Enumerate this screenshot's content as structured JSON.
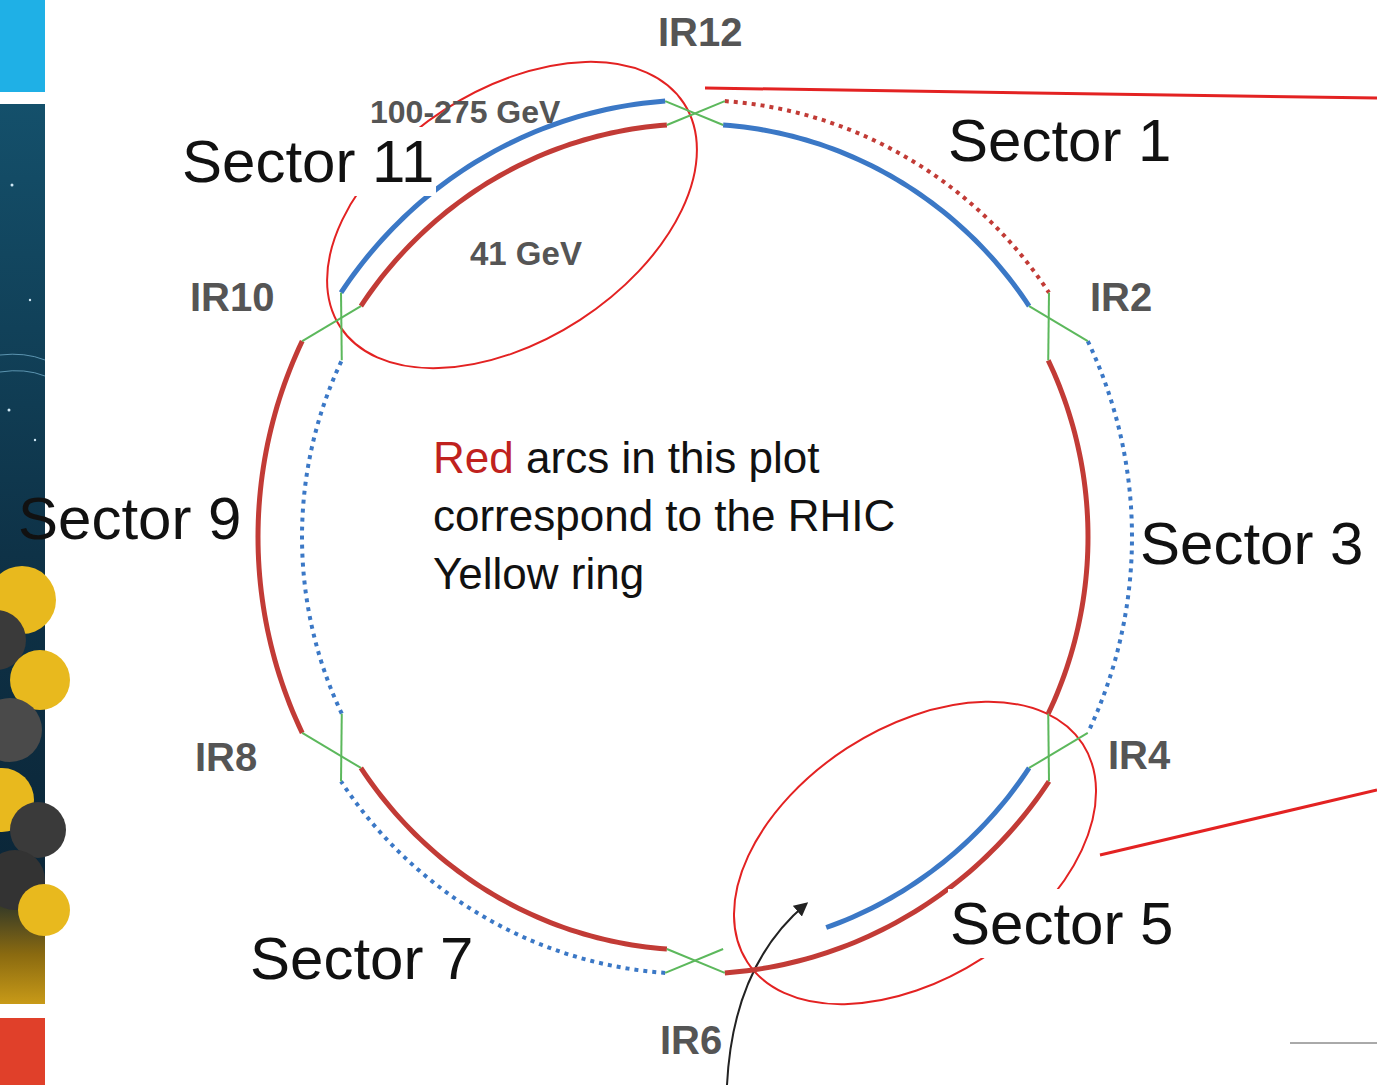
{
  "diagram": {
    "labels": [
      "IR12",
      "100-275 GeV",
      "Sector 11",
      "Sector 1",
      "41 GeV",
      "IR10",
      "IR2",
      "Red",
      "arcs in this plot correspond to the RHIC Yellow ring",
      "Sector 9",
      "Sector 3",
      "IR4",
      "IR8",
      "Sector 5",
      "Sector 7",
      "IR6"
    ]
  }
}
